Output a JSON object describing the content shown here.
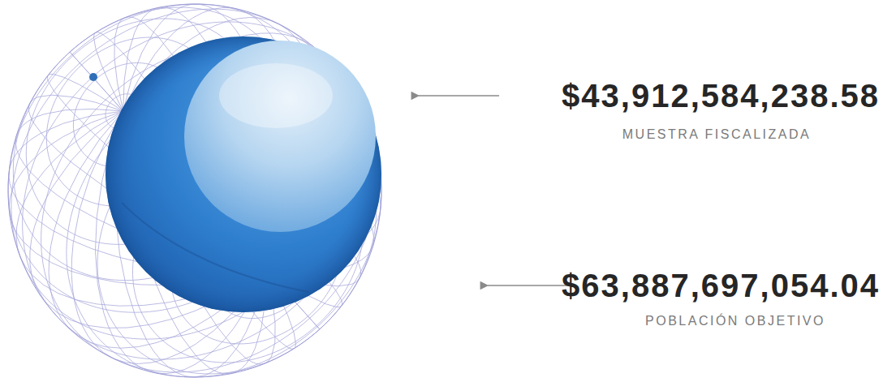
{
  "diagram": {
    "labels": [
      "$43,912,584,238.58",
      "MUESTRA FISCALIZADA",
      "$63,887,697,054.04",
      "POBLACIÓN OBJETIVO"
    ]
  }
}
